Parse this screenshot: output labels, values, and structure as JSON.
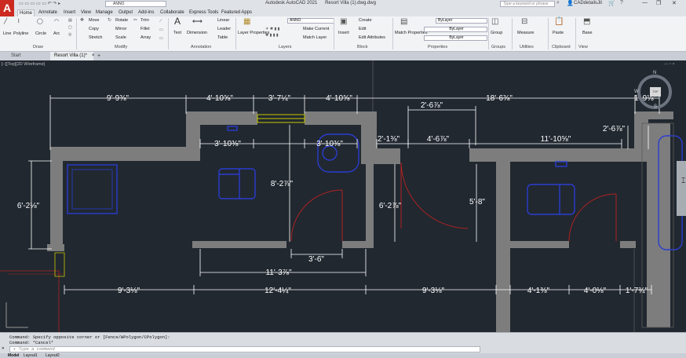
{
  "app": {
    "title": "Autodesk AutoCAD 2021",
    "filename": "Resort Villa (1).dwg.dwg",
    "search_placeholder": "Type a keyword or phrase",
    "user": "CADdetailsJit",
    "qa_layer": "ANNO"
  },
  "menu_tabs": [
    "Home",
    "Annotate",
    "Insert",
    "View",
    "Manage",
    "Output",
    "Add-ins",
    "Collaborate",
    "Express Tools",
    "Featured Apps"
  ],
  "ribbon": {
    "draw": {
      "label": "Draw",
      "tools": [
        "Line",
        "Polyline",
        "Circle",
        "Arc"
      ]
    },
    "modify": {
      "label": "Modify",
      "tools": [
        "Move",
        "Rotate",
        "Trim",
        "Copy",
        "Mirror",
        "Fillet",
        "Stretch",
        "Scale",
        "Array"
      ]
    },
    "annotation": {
      "label": "Annotation",
      "tools": [
        "Text",
        "Dimension",
        "Linear",
        "Leader",
        "Table"
      ]
    },
    "layers": {
      "label": "Layers",
      "tools": [
        "Layer Properties",
        "Make Current",
        "Match Layer"
      ],
      "current": "ANNO"
    },
    "block": {
      "label": "Block",
      "tools": [
        "Insert",
        "Create",
        "Edit",
        "Edit Attributes"
      ]
    },
    "properties": {
      "label": "Properties",
      "tools": [
        "Match Properties"
      ],
      "color": "ByLayer",
      "linetype": "ByLayer",
      "lineweight": "ByLayer"
    },
    "groups": {
      "label": "Groups",
      "tools": [
        "Group"
      ]
    },
    "utilities": {
      "label": "Utilities",
      "tools": [
        "Measure"
      ]
    },
    "clipboard": {
      "label": "Clipboard",
      "tools": [
        "Paste"
      ]
    },
    "view": {
      "label": "View",
      "tools": [
        "Base"
      ]
    }
  },
  "doc_tabs": [
    "Start",
    "Resort Villa (1)*"
  ],
  "viewport_label": "[−][Top][2D Wireframe]",
  "viewcube": {
    "north": "N",
    "south": "S",
    "west": "W",
    "top": "TOP"
  },
  "dimensions": {
    "top_row": [
      "9'-9⅜\"",
      "4'-10⅝\"",
      "3'-7¼\"",
      "4'-10⅝\"",
      "18'-6⅜\"",
      "1'-9⅛\""
    ],
    "d_2_6": "2'-6⅞\"",
    "inner_row": [
      "3'-10⅜\"",
      "3'-10⅜\"",
      "2'-1⅜\"",
      "4'-6⅞\"",
      "11'-10⅝\"",
      "2'-6⅞\""
    ],
    "verticals": [
      "6'-2⅛\"",
      "8'-2⅞\"",
      "6'-2⅞\"",
      "5'-8\""
    ],
    "door": "3'-6\"",
    "d_11": "11'-3⅞\"",
    "bottom_row": [
      "9'-3⅛\"",
      "12'-4¼\"",
      "9'-3⅛\"",
      "4'-1⅜\"",
      "4'-0⅛\"",
      "1'-7¾\""
    ]
  },
  "command": {
    "line1": "Command: Specify opposite corner or [Fence/WPolygon/CPolygon]:",
    "line2": "Command: *Cancel*",
    "placeholder": "Type a command"
  },
  "layout_tabs": [
    "Model",
    "Layout1",
    "Layout2"
  ],
  "colors": {
    "canvas": "#212830",
    "wall": "#7d7d7d",
    "dim": "#ffffff",
    "fixture": "#1c2fb4",
    "door": "#a02020",
    "accent": "#cc2a20"
  }
}
